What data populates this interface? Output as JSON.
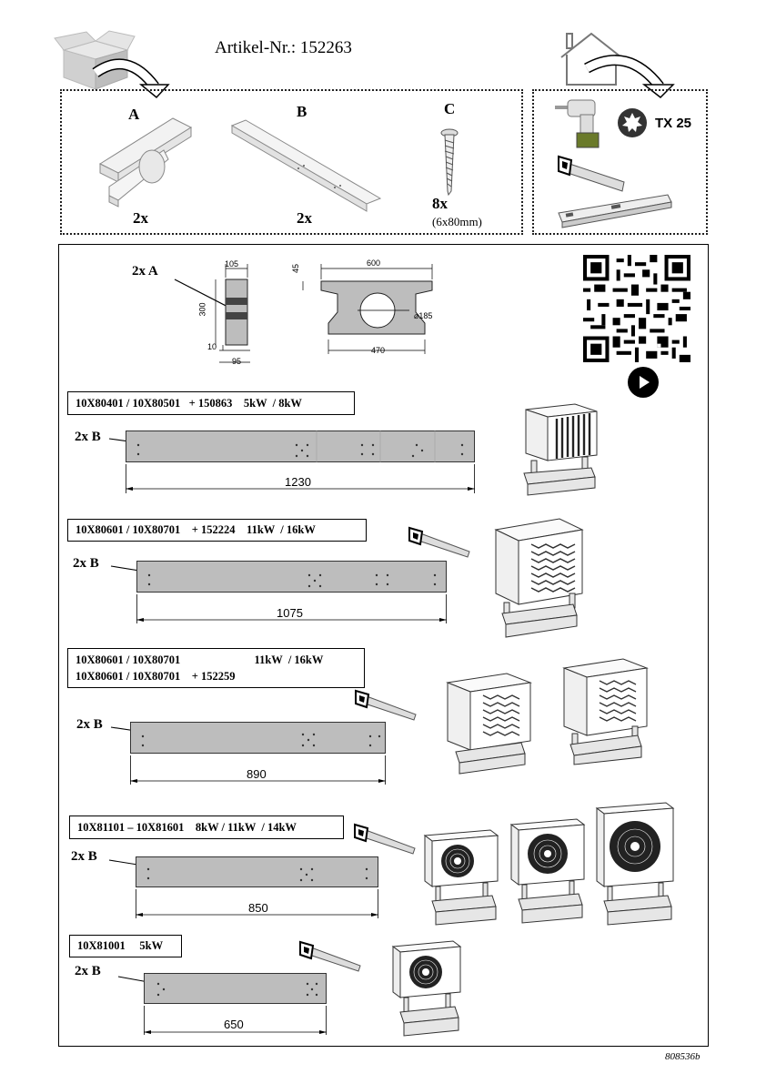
{
  "header": {
    "article_label": "Artikel-Nr.: 152263"
  },
  "parts": [
    {
      "letter": "A",
      "qty": "2x"
    },
    {
      "letter": "B",
      "qty": "2x"
    },
    {
      "letter": "C",
      "qty": "8x",
      "spec": "(6x80mm)"
    }
  ],
  "tools": {
    "torx": "TX 25"
  },
  "part_a": {
    "label": "2x A",
    "dims": {
      "w105": "105",
      "h300": "300",
      "t10": "10",
      "w95": "95",
      "h45": "45",
      "w600": "600",
      "d185": "⌀185",
      "w470": "470"
    }
  },
  "configs": [
    {
      "models": "10X80401 / 10X80501   + 150863    5kW  / 8kW",
      "beam_label": "2x B",
      "length": "1230"
    },
    {
      "models": "10X80601 / 10X80701    + 152224    11kW  / 16kW",
      "beam_label": "2x B",
      "length": "1075"
    },
    {
      "models": "10X80601 / 10X80701                          11kW  / 16kW\n10X80601 / 10X80701    + 152259",
      "beam_label": "2x B",
      "length": "890"
    },
    {
      "models": "10X81101 – 10X81601    8kW / 11kW  / 14kW",
      "beam_label": "2x B",
      "length": "850"
    },
    {
      "models": "10X81001     5kW",
      "beam_label": "2x B",
      "length": "650"
    }
  ],
  "footer": {
    "doc_code": "808536b"
  },
  "colors": {
    "beam_fill": "#bdbdbd",
    "line": "#222222"
  },
  "icons": [
    "box-icon",
    "house-icon",
    "drill-icon",
    "torx-icon",
    "saw-icon",
    "level-icon",
    "qr-code-icon",
    "play-icon",
    "screw-icon"
  ]
}
